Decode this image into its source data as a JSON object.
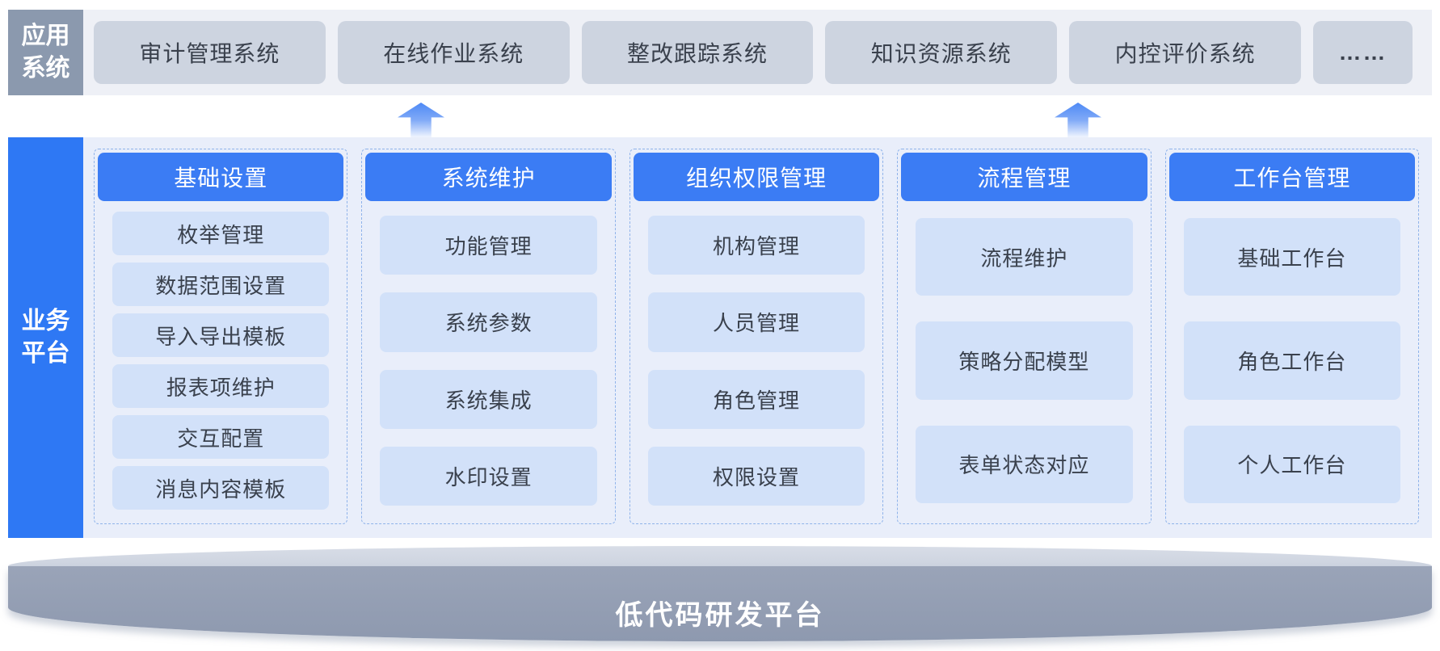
{
  "app_layer": {
    "label": "应用系统",
    "label_display": "应用\n系统",
    "systems": [
      "审计管理系统",
      "在线作业系统",
      "整改跟踪系统",
      "知识资源系统",
      "内控评价系统",
      "……"
    ]
  },
  "platform_layer": {
    "label": "业务平台",
    "label_display": "业务\n平台",
    "columns": [
      {
        "title": "基础设置",
        "items": [
          "枚举管理",
          "数据范围设置",
          "导入导出模板",
          "报表项维护",
          "交互配置",
          "消息内容模板"
        ]
      },
      {
        "title": "系统维护",
        "items": [
          "功能管理",
          "系统参数",
          "系统集成",
          "水印设置"
        ]
      },
      {
        "title": "组织权限管理",
        "items": [
          "机构管理",
          "人员管理",
          "角色管理",
          "权限设置"
        ]
      },
      {
        "title": "流程管理",
        "items": [
          "流程维护",
          "策略分配模型",
          "表单状态对应"
        ]
      },
      {
        "title": "工作台管理",
        "items": [
          "基础工作台",
          "角色工作台",
          "个人工作台"
        ]
      }
    ]
  },
  "base_layer": {
    "title": "低代码研发平台"
  },
  "icons": {
    "up-arrow-icon": "↑"
  },
  "colors": {
    "accent_blue": "#3b7cf4",
    "label_blue": "#2e78f4",
    "label_gray": "#8b99ae",
    "apps_band_bg": "#eef0f6",
    "platform_band_bg": "#e9eefa",
    "system_box_bg": "#cdd4e0",
    "module_box_bg": "#d2e1f9",
    "dashed_border": "#8fb3ea",
    "disc_top": "#c9d0dd",
    "disc_side": "#939eb3",
    "text_dark": "#3a414d",
    "text_white": "#ffffff"
  }
}
